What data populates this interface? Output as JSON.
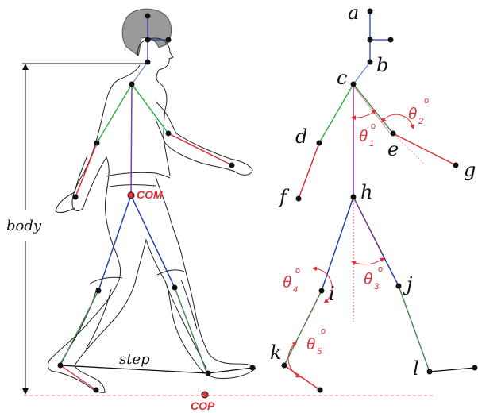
{
  "left_figure": {
    "body_label": "body",
    "step_label": "step",
    "com_label": "COM",
    "cop_label": "COP"
  },
  "joint_labels": {
    "a": "a",
    "b": "b",
    "c": "c",
    "d": "d",
    "e": "e",
    "f": "f",
    "g": "g",
    "h": "h",
    "i": "i",
    "j": "j",
    "k": "k",
    "l": "l"
  },
  "angles": [
    {
      "symbol": "θ",
      "index": "1",
      "degree": "o"
    },
    {
      "symbol": "θ",
      "index": "2",
      "degree": "o"
    },
    {
      "symbol": "θ",
      "index": "3",
      "degree": "o"
    },
    {
      "symbol": "θ",
      "index": "4",
      "degree": "o"
    },
    {
      "symbol": "θ",
      "index": "5",
      "degree": "o"
    }
  ],
  "colors": {
    "upper_arm": "#33b04a",
    "forearm": "#e0303a",
    "spine": "#7a3fb0",
    "leg_upper": "#2b3fb0",
    "leg_lower": "#4a8a55",
    "neck": "#6c8fd6",
    "head_links": "#2b3fb0",
    "annotation": "#e0303a"
  }
}
